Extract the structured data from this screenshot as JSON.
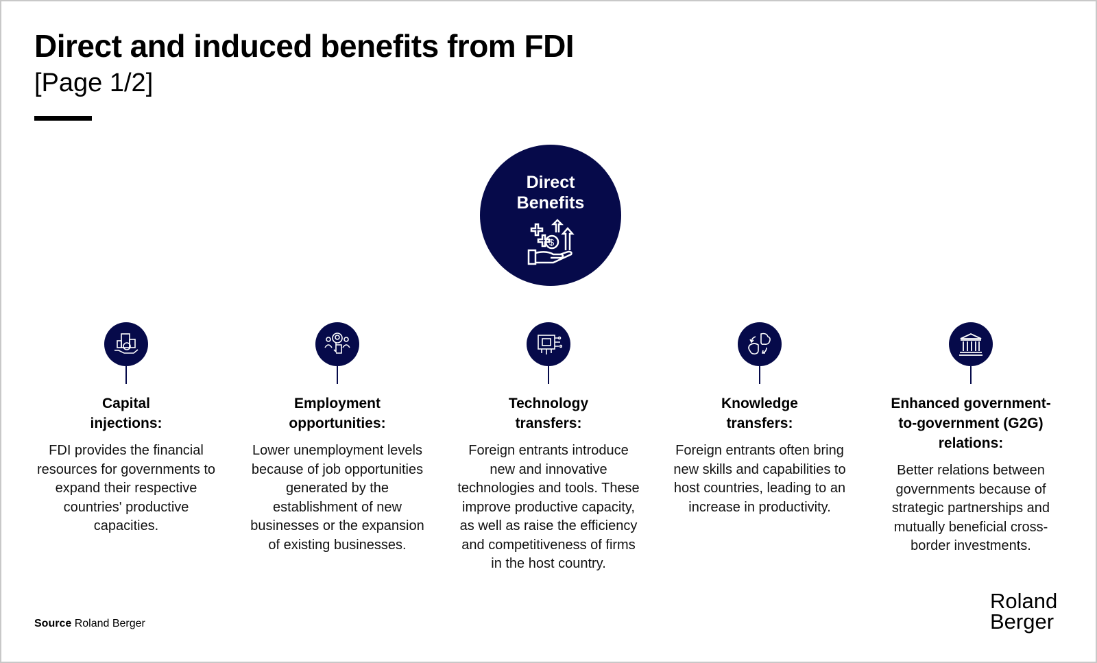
{
  "header": {
    "title": "Direct and induced benefits from FDI",
    "subtitle": "[Page 1/2]"
  },
  "hub": {
    "line1": "Direct",
    "line2": "Benefits",
    "icon": "hand-money-growth-icon"
  },
  "benefits": [
    {
      "icon": "capital-building-hand-icon",
      "heading": "Capital injections:",
      "description": "FDI provides the financial resources for governments to expand their respective countries' productive capacities."
    },
    {
      "icon": "employment-people-icon",
      "heading": "Employment opportunities:",
      "description": "Lower unemployment levels because of job opportunities generated by the establishment of new businesses or the expansion of existing businesses."
    },
    {
      "icon": "technology-chip-icon",
      "heading": "Technology transfers:",
      "description": "Foreign entrants introduce new and innovative technologies and tools. These improve productive capacity, as well as raise the efficiency and competitiveness of firms in the host country."
    },
    {
      "icon": "knowledge-brain-icon",
      "heading": "Knowledge transfers:",
      "description": "Foreign entrants often bring new skills and capabilities to host countries, leading to an increase in productivity."
    },
    {
      "icon": "government-building-icon",
      "heading": "Enhanced government-to-government (G2G) relations:",
      "description": "Better relations between governments because of strategic partnerships and mutually beneficial cross-border investments."
    }
  ],
  "footer": {
    "source_label": "Source",
    "source_value": "Roland Berger",
    "logo_line1": "Roland",
    "logo_line2": "Berger"
  },
  "colors": {
    "navy": "#060a4a"
  }
}
